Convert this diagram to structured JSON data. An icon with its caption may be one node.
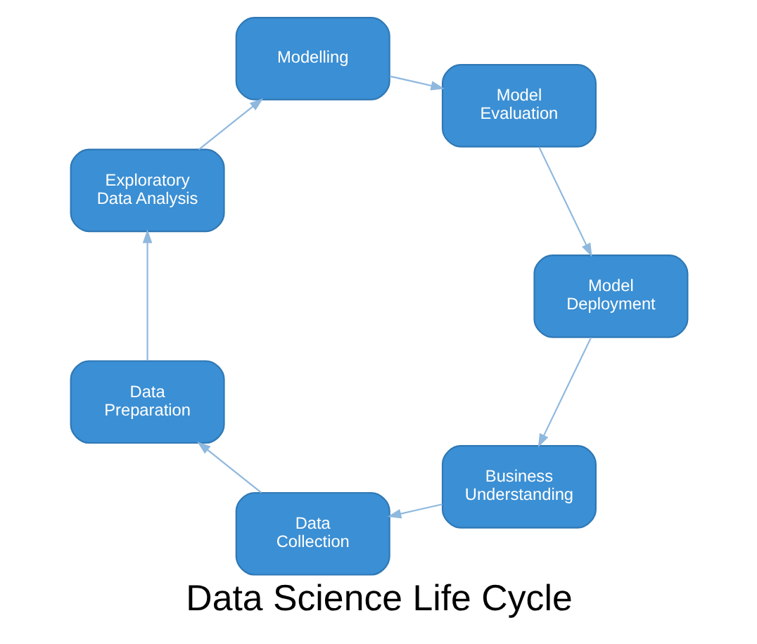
{
  "diagram": {
    "title": "Data Science Life Cycle",
    "nodes": [
      {
        "text": [
          "Business Understanding"
        ]
      },
      {
        "text": [
          "Data Collection"
        ]
      },
      {
        "text": [
          "Data Preparation"
        ]
      },
      {
        "text": [
          "Exploratory Data Analysis"
        ]
      },
      {
        "text": [
          "Modelling"
        ]
      },
      {
        "text": [
          "Model Evaluation"
        ]
      },
      {
        "text": [
          "Model Deployment"
        ]
      }
    ],
    "edges": [
      {
        "from": 0,
        "to": 1,
        "arrow": "to"
      },
      {
        "from": 1,
        "to": 2,
        "arrow": "to"
      },
      {
        "from": 2,
        "to": 3,
        "arrow": "to"
      },
      {
        "from": 3,
        "to": 4,
        "arrow": "to"
      },
      {
        "from": 4,
        "to": 5,
        "arrow": "to"
      },
      {
        "from": 5,
        "to": 6,
        "arrow": "to"
      },
      {
        "from": 6,
        "to": 0,
        "arrow": "to"
      }
    ]
  }
}
